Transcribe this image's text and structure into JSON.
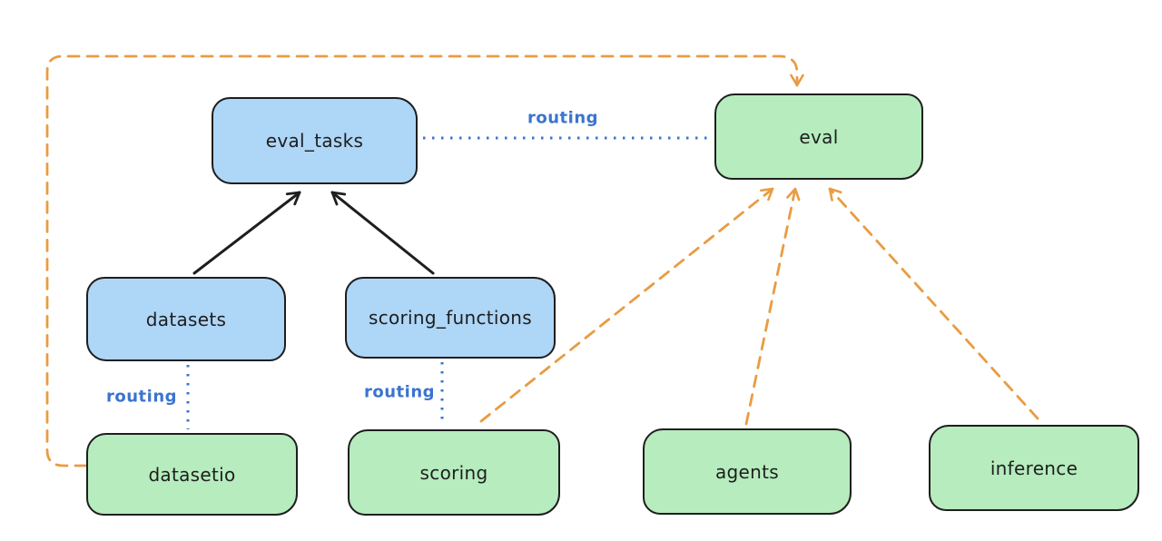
{
  "colors": {
    "background": "#ffffff",
    "node_blue_fill": "#aed6f7",
    "node_green_fill": "#b6ecbe",
    "node_stroke": "#1e1e1e",
    "routing_blue": "#3b74cf",
    "provider_orange": "#e99c42"
  },
  "diagram": {
    "nodes": [
      {
        "id": "eval_tasks",
        "label": "eval_tasks",
        "kind": "resource-blue"
      },
      {
        "id": "eval",
        "label": "eval",
        "kind": "api-green"
      },
      {
        "id": "datasets",
        "label": "datasets",
        "kind": "resource-blue"
      },
      {
        "id": "scoring_functions",
        "label": "scoring_functions",
        "kind": "resource-blue"
      },
      {
        "id": "datasetio",
        "label": "datasetio",
        "kind": "api-green"
      },
      {
        "id": "scoring",
        "label": "scoring",
        "kind": "api-green"
      },
      {
        "id": "agents",
        "label": "agents",
        "kind": "api-green"
      },
      {
        "id": "inference",
        "label": "inference",
        "kind": "api-green"
      }
    ],
    "edges": [
      {
        "from": "datasets",
        "to": "eval_tasks",
        "style": "solid",
        "color": "black",
        "arrow": true,
        "label": ""
      },
      {
        "from": "scoring_functions",
        "to": "eval_tasks",
        "style": "solid",
        "color": "black",
        "arrow": true,
        "label": ""
      },
      {
        "from": "eval_tasks",
        "to": "eval",
        "style": "dotted",
        "color": "blue",
        "arrow": false,
        "label": "routing"
      },
      {
        "from": "datasets",
        "to": "datasetio",
        "style": "dotted",
        "color": "blue",
        "arrow": false,
        "label": "routing"
      },
      {
        "from": "scoring_functions",
        "to": "scoring",
        "style": "dotted",
        "color": "blue",
        "arrow": false,
        "label": "routing"
      },
      {
        "from": "datasetio",
        "to": "eval",
        "style": "dashed",
        "color": "orange",
        "arrow": true,
        "label": ""
      },
      {
        "from": "scoring",
        "to": "eval",
        "style": "dashed",
        "color": "orange",
        "arrow": true,
        "label": ""
      },
      {
        "from": "agents",
        "to": "eval",
        "style": "dashed",
        "color": "orange",
        "arrow": true,
        "label": ""
      },
      {
        "from": "inference",
        "to": "eval",
        "style": "dashed",
        "color": "orange",
        "arrow": true,
        "label": ""
      }
    ]
  }
}
